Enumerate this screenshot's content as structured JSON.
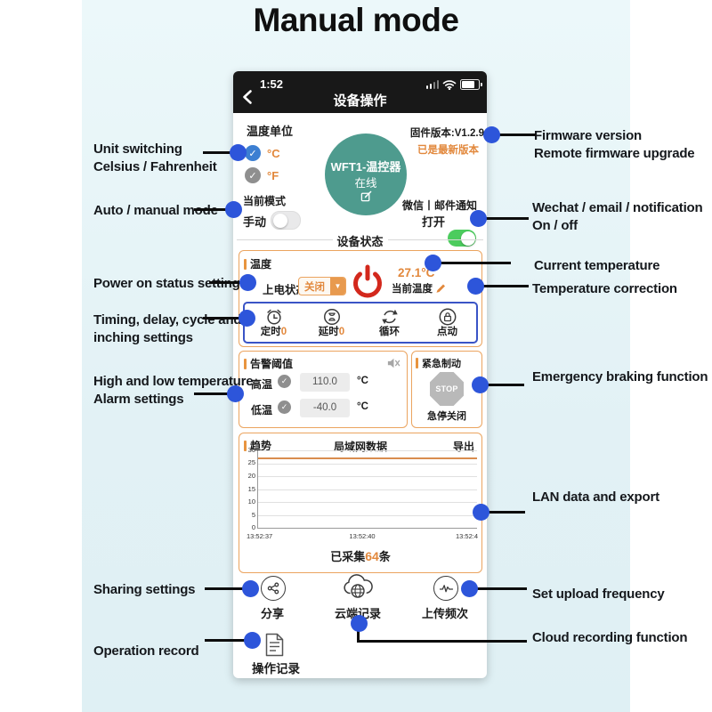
{
  "page": {
    "title": "Manual mode"
  },
  "colors": {
    "panel_bg": "#e2f1f5",
    "accent_orange": "#e2883c",
    "border_orange": "#eba45f",
    "connector_blue": "#2d55da",
    "check_blue": "#3c7fd2",
    "toggle_green": "#4ccc5e",
    "device_teal": "#4e9b8e",
    "power_red": "#d3281c",
    "inner_box_blue": "#3a54c6"
  },
  "phone": {
    "status_bar": {
      "time": "1:52"
    },
    "nav": {
      "title": "设备操作"
    },
    "unit": {
      "label": "温度单位",
      "celsius": "°C",
      "fahrenheit": "°F"
    },
    "device": {
      "name": "WFT1-温控器",
      "status": "在线"
    },
    "firmware": {
      "version": "固件版本:V1.2.9",
      "latest": "已是最新版本"
    },
    "mode": {
      "label": "当前模式",
      "value": "手动"
    },
    "notify": {
      "label": "微信丨邮件通知",
      "value": "打开"
    },
    "section_divider": "设备状态",
    "temp_box": {
      "title": "温度",
      "power_state_label": "上电状态:",
      "power_state_value": "关闭",
      "current_temp": "27.1°C",
      "current_temp_label": "当前温度",
      "timers": [
        {
          "label": "定时",
          "value": "0",
          "icon": "alarm-clock-icon"
        },
        {
          "label": "延时",
          "value": "0",
          "icon": "hourglass-icon"
        },
        {
          "label": "循环",
          "value": "",
          "icon": "cycle-icon"
        },
        {
          "label": "点动",
          "value": "",
          "icon": "lock-icon"
        }
      ]
    },
    "alarm_box": {
      "title": "告警阈值",
      "high_label": "高温",
      "high_value": "110.0",
      "low_label": "低温",
      "low_value": "-40.0",
      "unit": "°C"
    },
    "brake_box": {
      "title": "紧急制动",
      "stop_label": "STOP",
      "state": "急停关闭"
    },
    "chart_box": {
      "title": "趋势",
      "subtitle": "局域网数据",
      "export_label": "导出",
      "collected_prefix": "已采集",
      "collected_count": "64",
      "collected_suffix": "条"
    },
    "actions": [
      {
        "label": "分享",
        "icon": "share-icon"
      },
      {
        "label": "云端记录",
        "icon": "cloud-icon"
      },
      {
        "label": "上传频次",
        "icon": "waveform-icon"
      }
    ],
    "operation": {
      "label": "操作记录",
      "icon": "document-icon"
    }
  },
  "annotations": {
    "left": [
      {
        "line1": "Unit switching",
        "line2": "Celsius / Fahrenheit"
      },
      {
        "line1": "Auto / manual mode",
        "line2": ""
      },
      {
        "line1": "Power on status setting",
        "line2": ""
      },
      {
        "line1": "Timing, delay, cycle and",
        "line2": "inching settings"
      },
      {
        "line1": "High and low temperature",
        "line2": "Alarm settings"
      },
      {
        "line1": "Sharing settings",
        "line2": ""
      },
      {
        "line1": "Operation record",
        "line2": ""
      }
    ],
    "right": [
      {
        "line1": "Firmware version",
        "line2": "Remote firmware upgrade"
      },
      {
        "line1": "Wechat / email / notification",
        "line2": "On / off"
      },
      {
        "line1": "Current temperature",
        "line2": ""
      },
      {
        "line1": "Temperature correction",
        "line2": ""
      },
      {
        "line1": "Emergency braking function",
        "line2": ""
      },
      {
        "line1": "LAN data and export",
        "line2": ""
      },
      {
        "line1": "Set upload frequency",
        "line2": ""
      },
      {
        "line1": "Cloud recording function",
        "line2": ""
      }
    ]
  },
  "chart_data": {
    "type": "line",
    "title": "局域网数据",
    "x_labels": [
      "13:52:37",
      "13:52:40",
      "13:52:4"
    ],
    "yticks": [
      0,
      5,
      10,
      15,
      20,
      25,
      30
    ],
    "ylim": [
      0,
      30
    ],
    "grid": true,
    "legend": "none",
    "series": [
      {
        "name": "temperature",
        "color": "#d98d4f",
        "values": [
          27.1,
          27.1,
          27.1
        ]
      }
    ],
    "collected_count": 64
  }
}
